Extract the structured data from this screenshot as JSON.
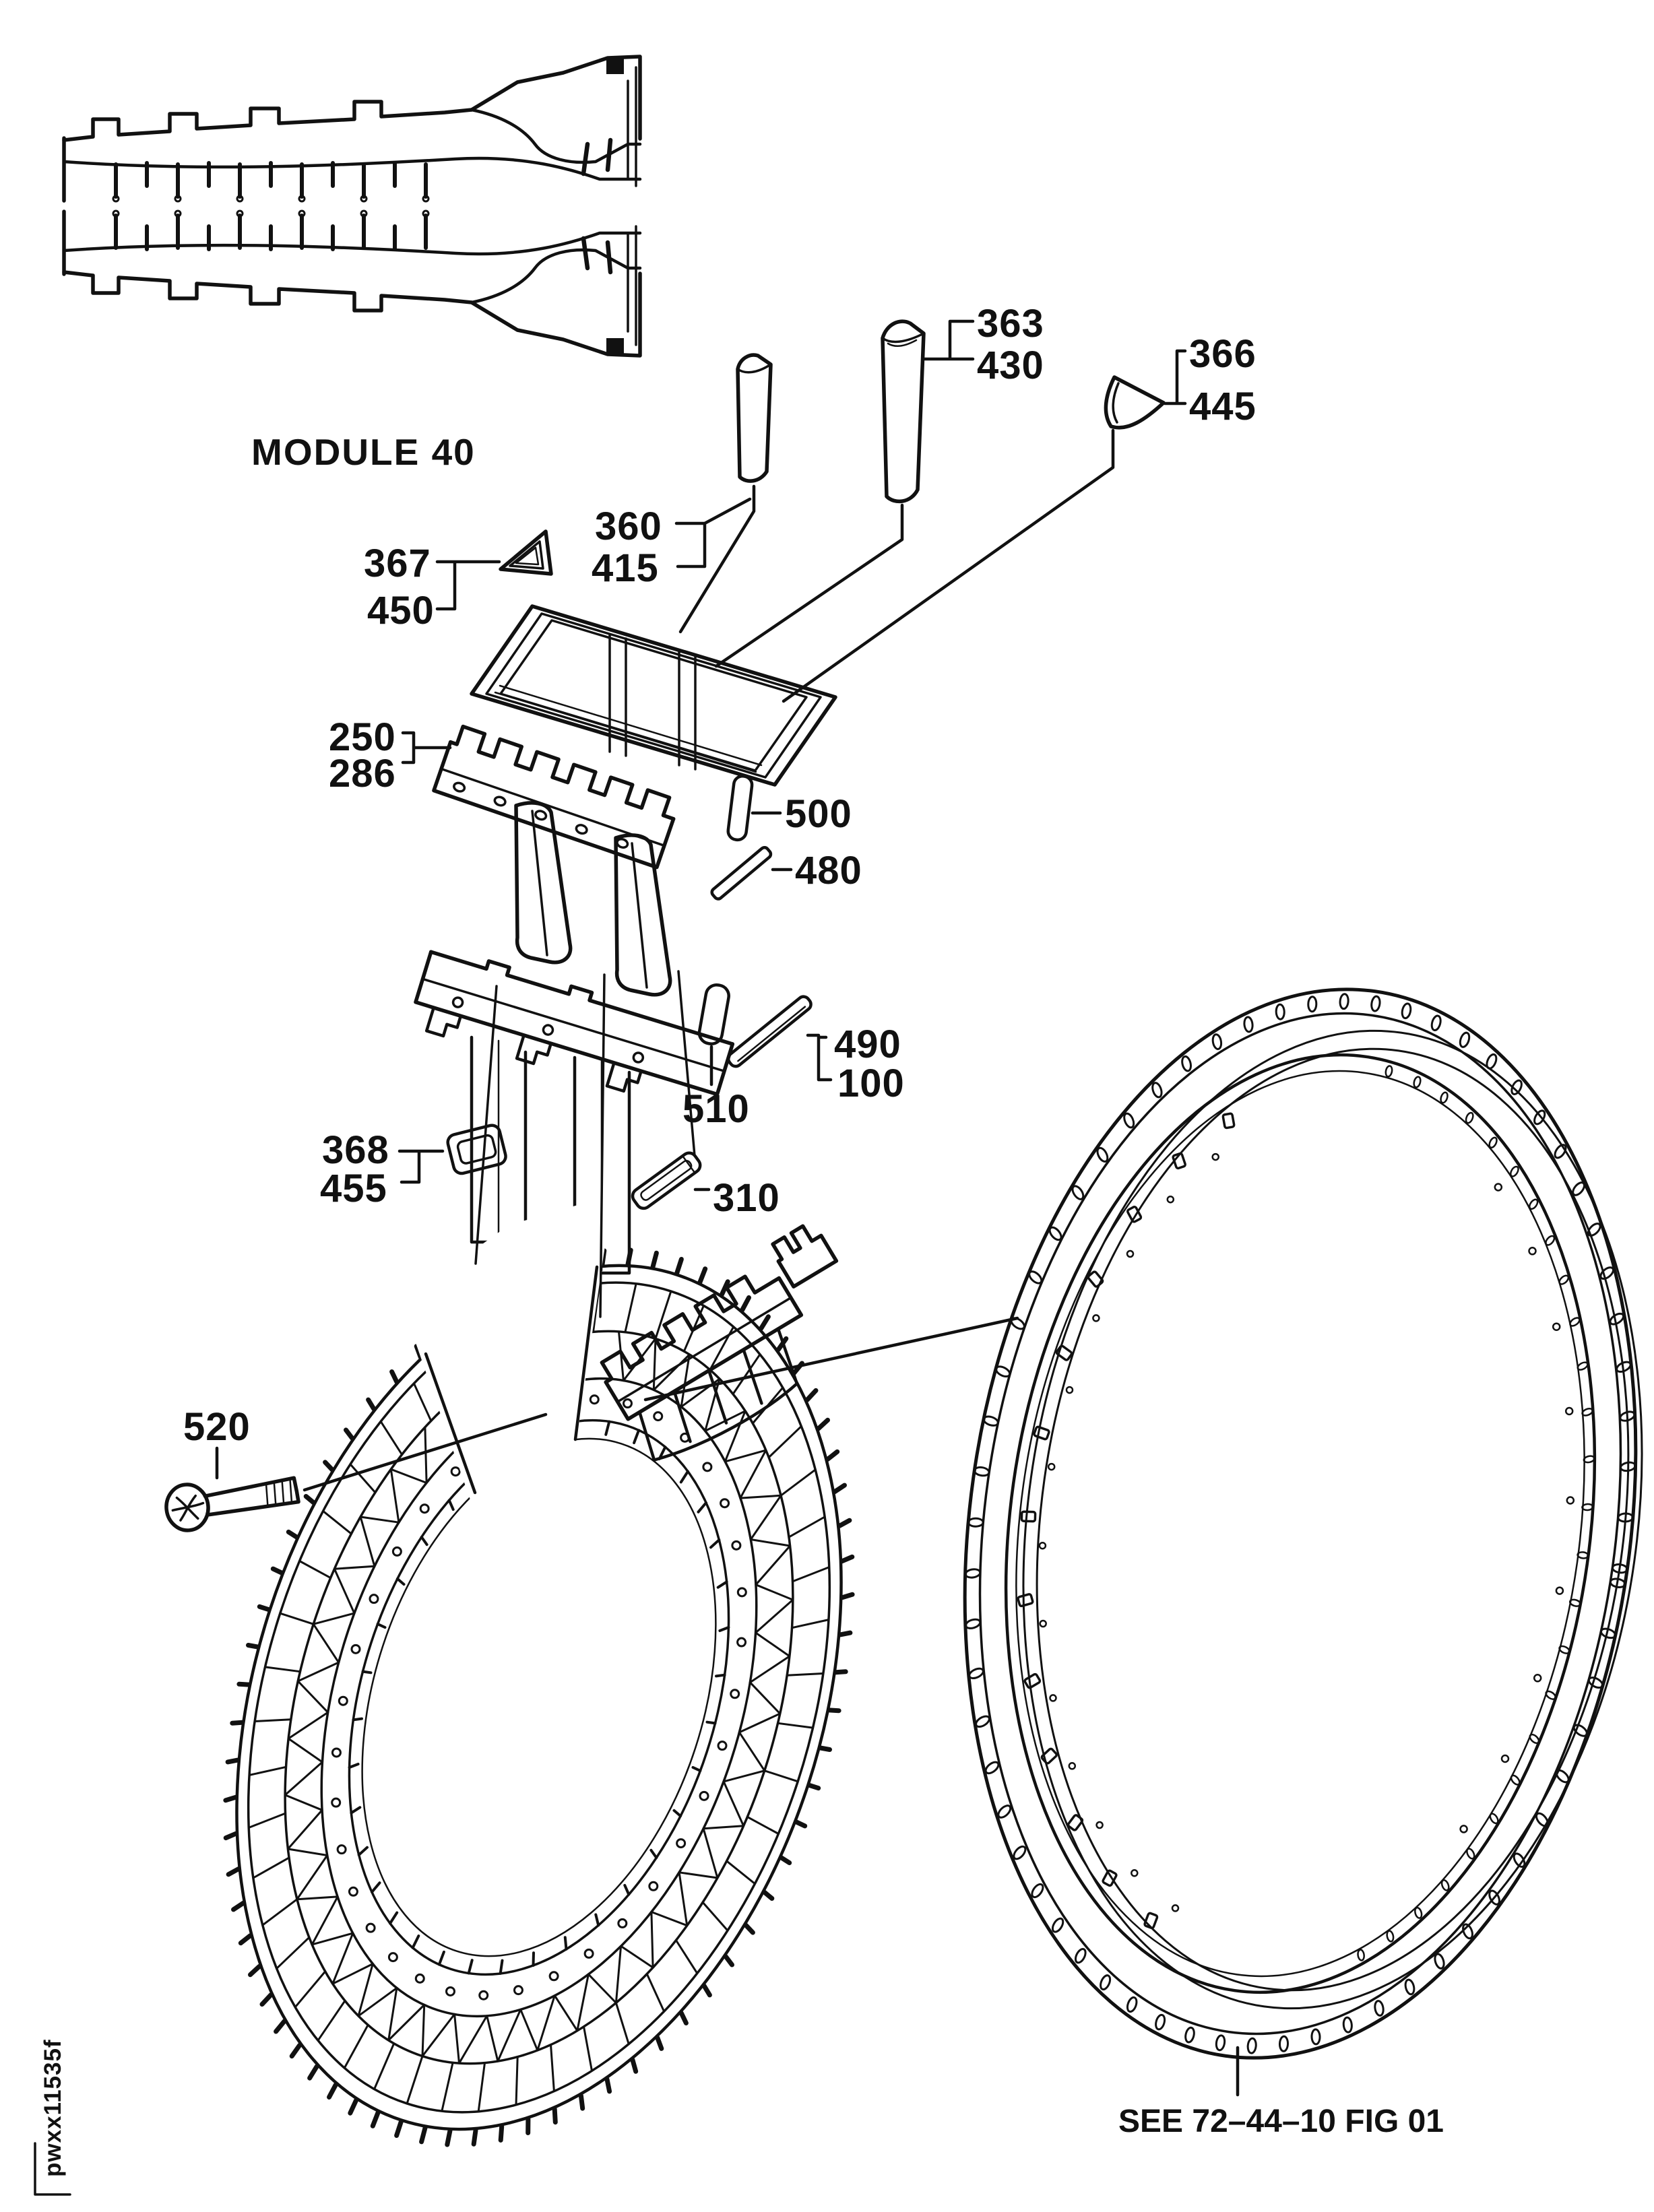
{
  "figure": {
    "module_label": "MODULE 40",
    "see_reference": "SEE 72–44–10 FIG 01",
    "doc_code": "pwxx11535f"
  },
  "callouts": {
    "n363": "363",
    "n430": "430",
    "n366": "366",
    "n445": "445",
    "n360": "360",
    "n415": "415",
    "n367": "367",
    "n450": "450",
    "n250": "250",
    "n286": "286",
    "n500": "500",
    "n480": "480",
    "n490": "490",
    "n100": "100",
    "n510": "510",
    "n368": "368",
    "n455": "455",
    "n310": "310",
    "n520": "520"
  },
  "colors": {
    "ink": "#111111",
    "paper": "#ffffff"
  }
}
